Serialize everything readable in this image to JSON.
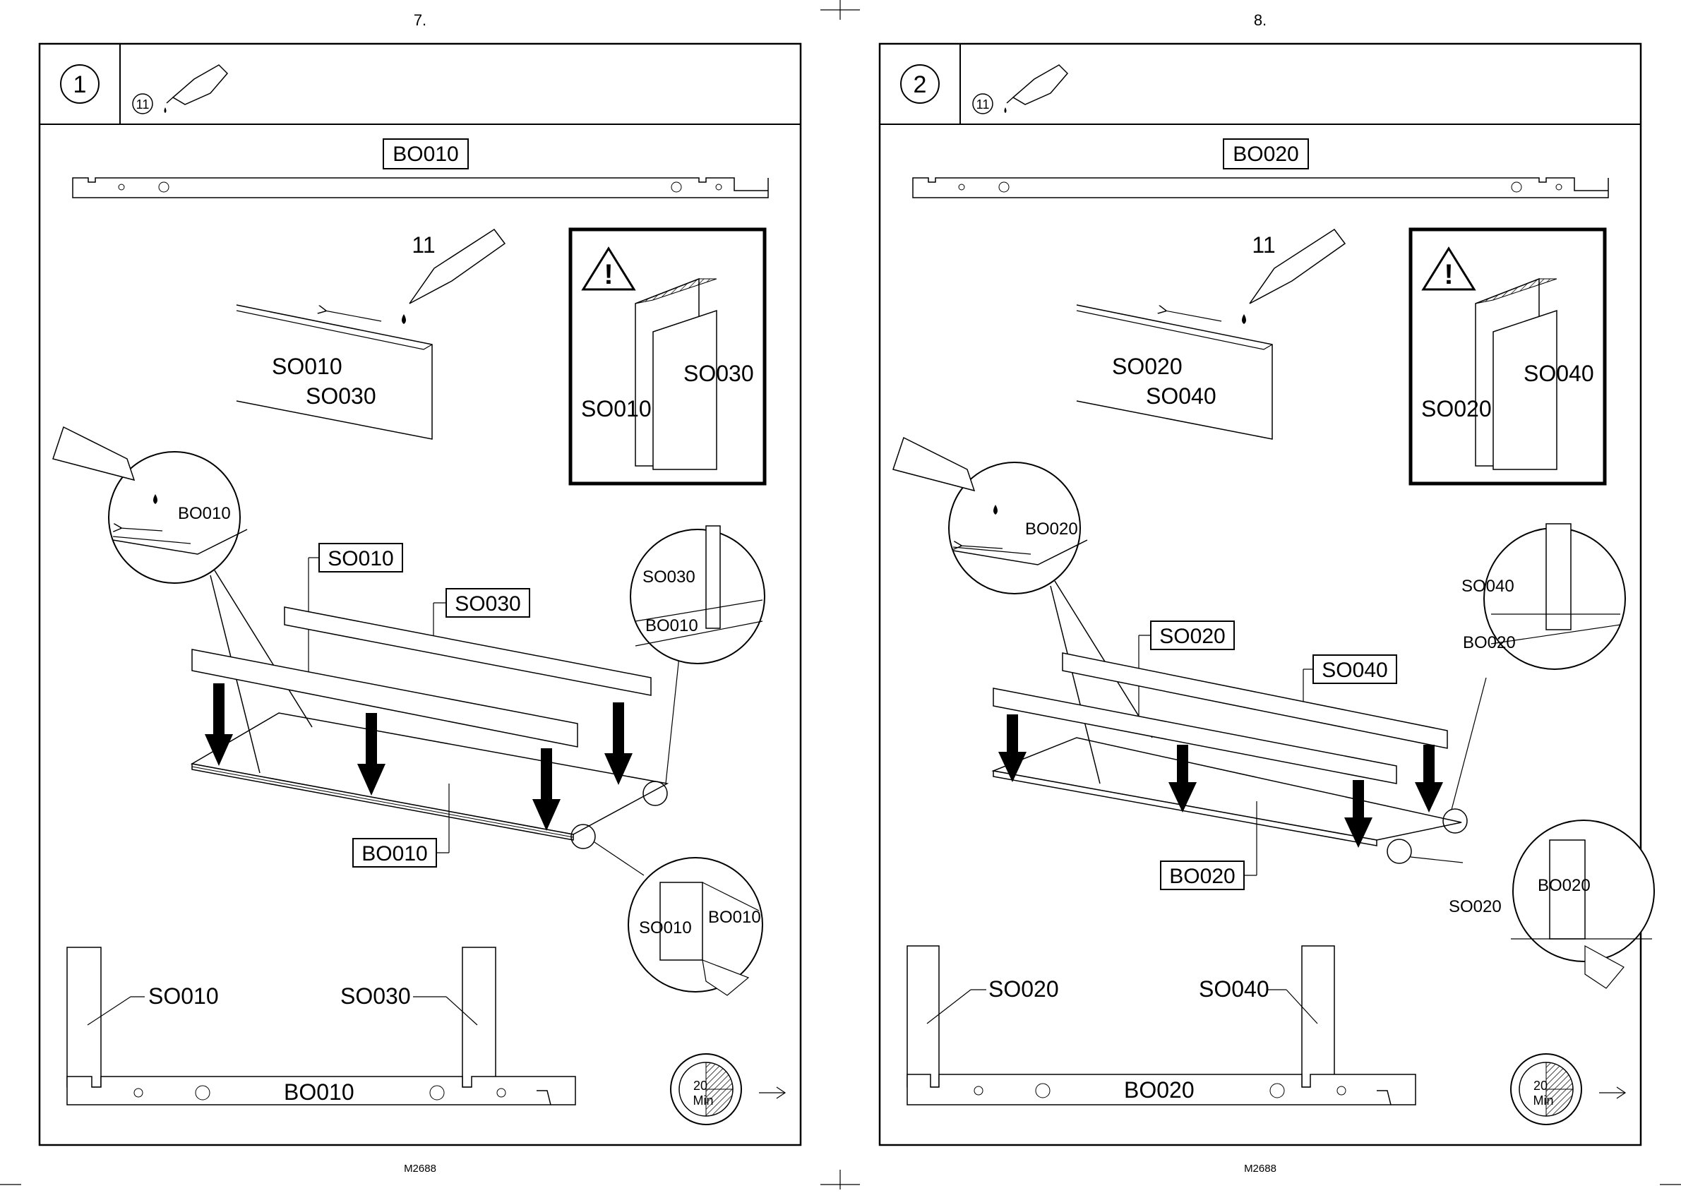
{
  "pages": [
    {
      "page_number": "7.",
      "step_number": "1",
      "glue_ref": "11",
      "glue_label": "11",
      "beam_label": "BO010",
      "side_a": "SO010",
      "side_b": "SO030",
      "base_label": "BO010",
      "zoom_glue_label": "BO010",
      "zoom_right_top": "SO030",
      "zoom_right_mid": "BO010",
      "zoom_bottom_left": "SO010",
      "zoom_bottom_right": "BO010",
      "warn_a": "SO010",
      "warn_b": "SO030",
      "lower_a": "SO010",
      "lower_b": "SO030",
      "lower_base": "BO010",
      "timer_value": "20",
      "timer_unit": "Min",
      "footer_code": "M2688"
    },
    {
      "page_number": "8.",
      "step_number": "2",
      "glue_ref": "11",
      "glue_label": "11",
      "beam_label": "BO020",
      "side_a": "SO020",
      "side_b": "SO040",
      "base_label": "BO020",
      "zoom_glue_label": "BO020",
      "zoom_right_top": "SO040",
      "zoom_right_mid": "BO020",
      "zoom_bottom_left": "SO020",
      "zoom_bottom_right": "BO020",
      "warn_a": "SO020",
      "warn_b": "SO040",
      "lower_a": "SO020",
      "lower_b": "SO040",
      "lower_base": "BO020",
      "timer_value": "20",
      "timer_unit": "Min",
      "footer_code": "M2688"
    }
  ]
}
